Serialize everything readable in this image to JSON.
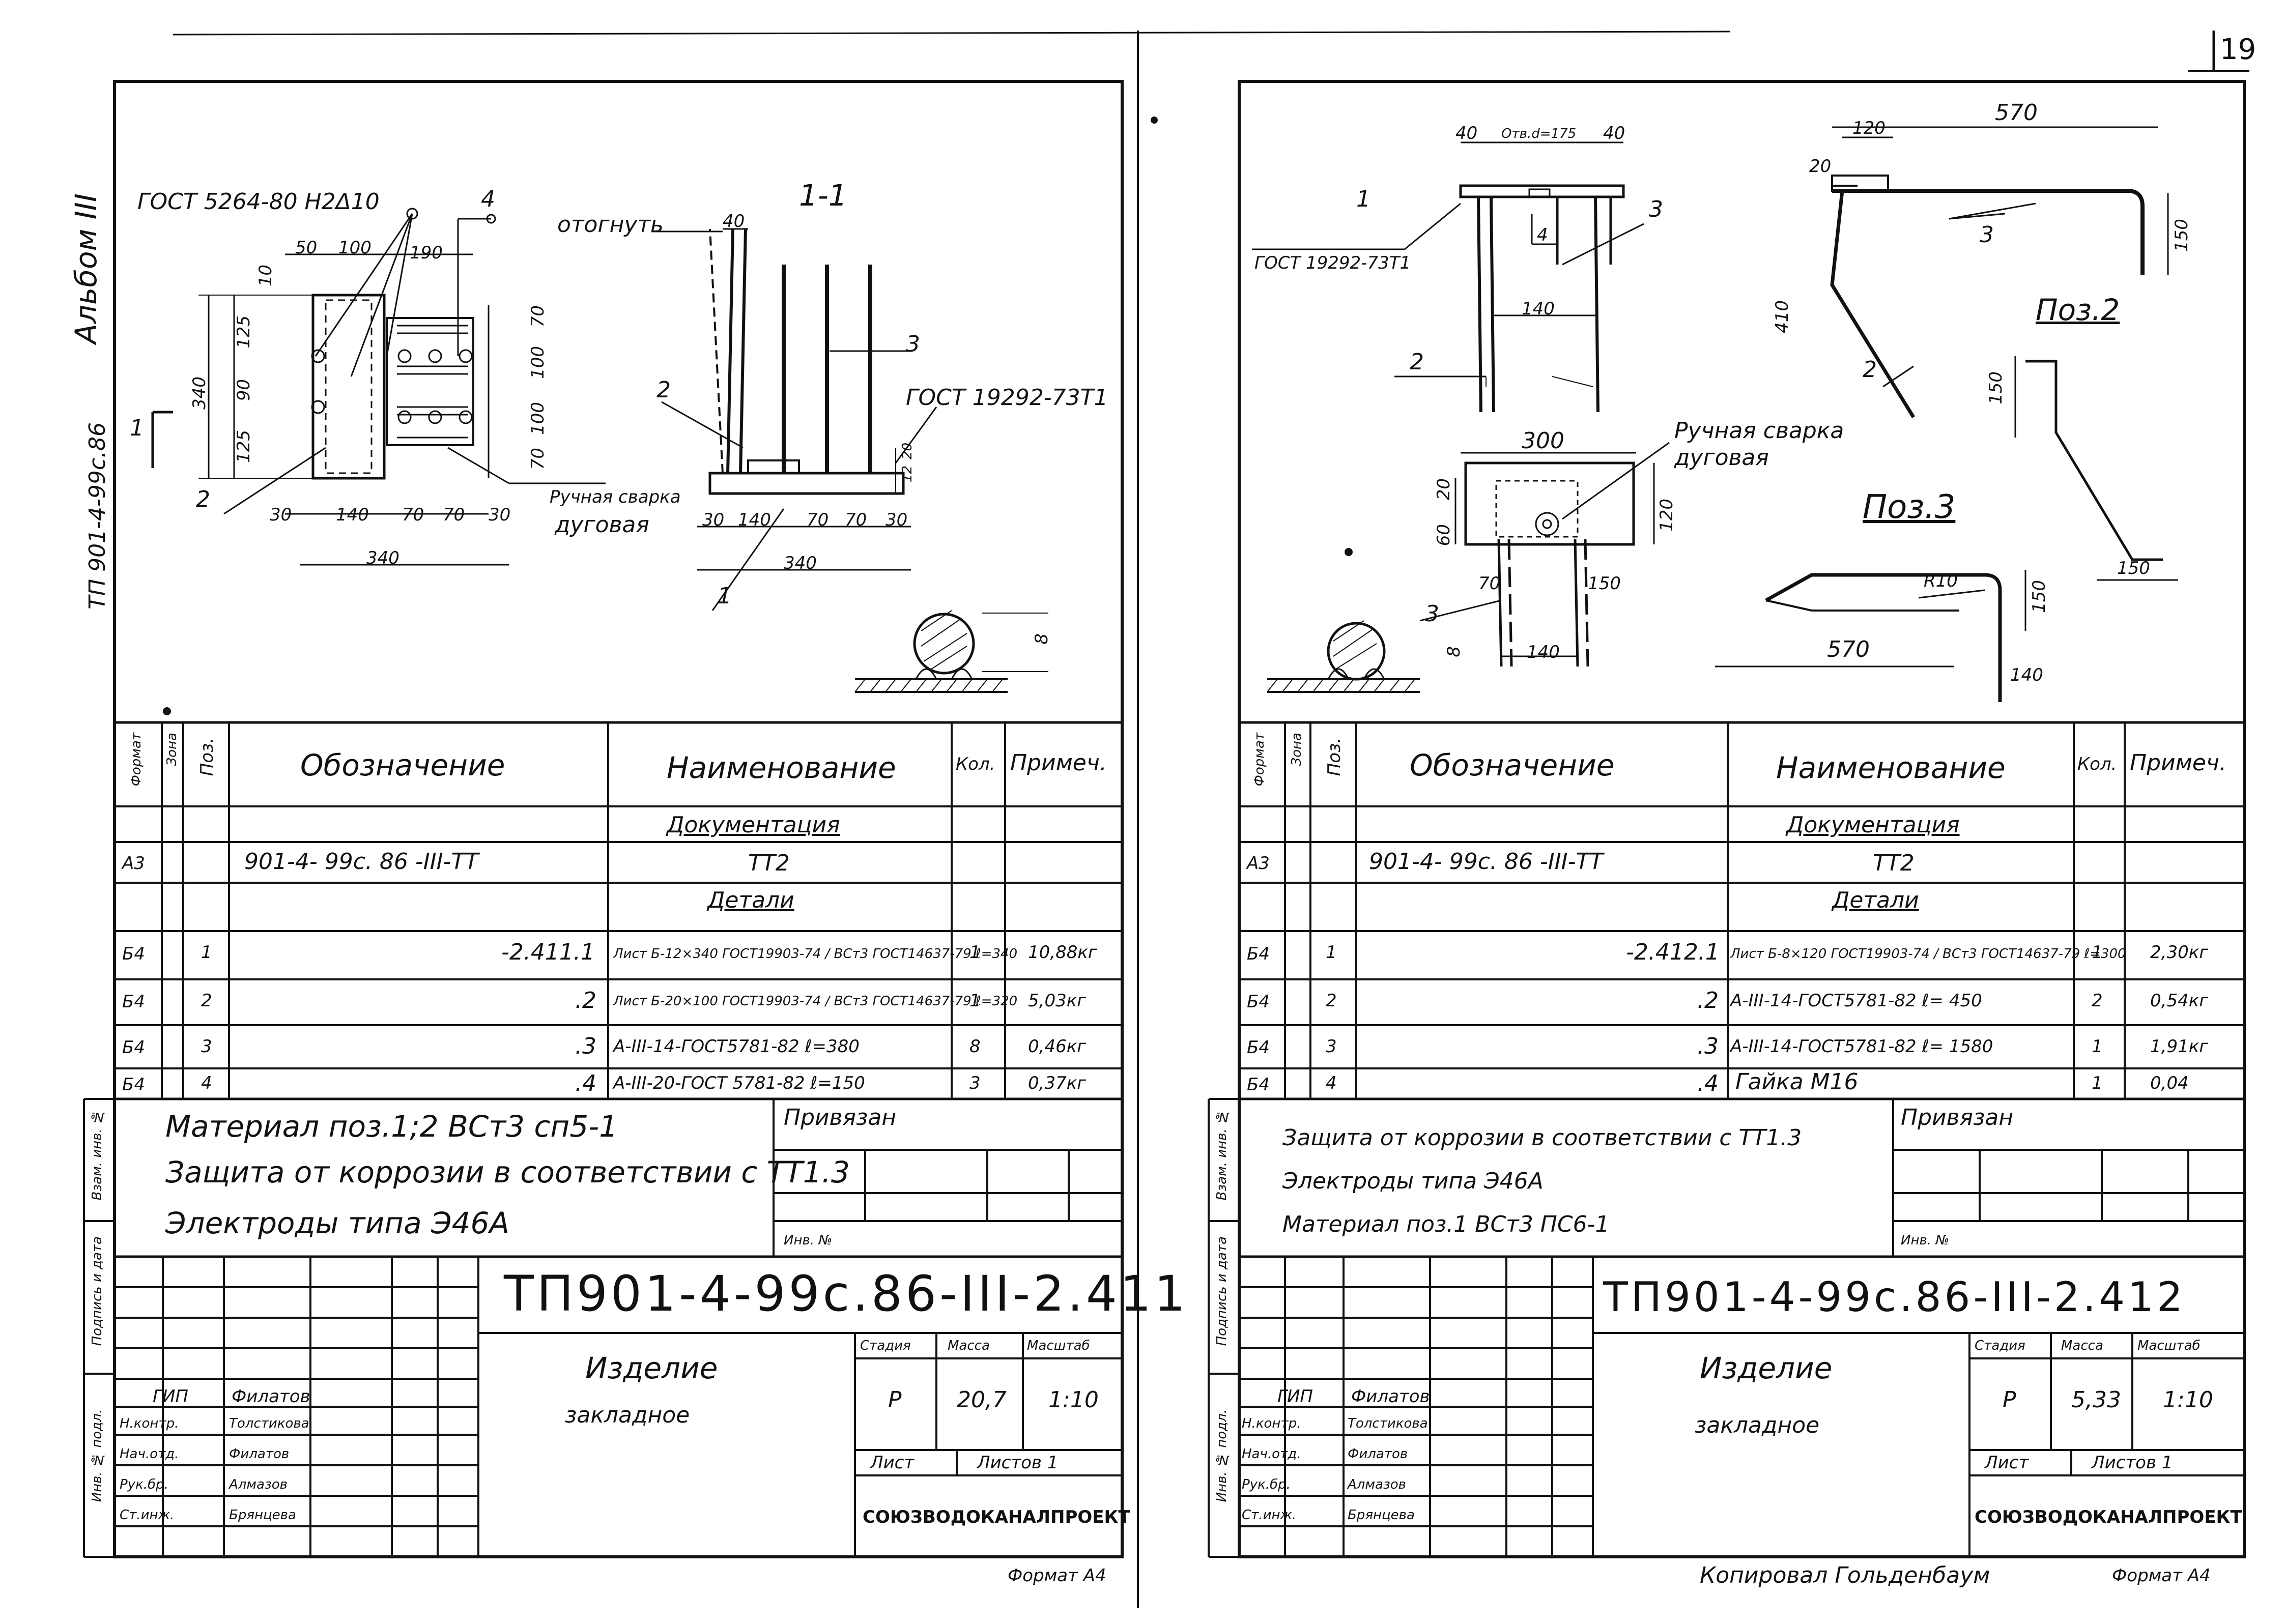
{
  "page_number": "19",
  "album_label": "Альбом III",
  "album_code": "ТП 901-4-99с.86",
  "footer_left": "Формат А4",
  "footer_copied": "Копировал  Гольденбаум",
  "footer_right": "Формат А4",
  "sheets": [
    {
      "id": "left",
      "drawing": {
        "gost_note": "ГОСТ 5264-80 Н2Δ10",
        "bend_note": "отогнуть",
        "section_label": "1-1",
        "weld_type": "ГОСТ 19292-73Т1",
        "weld_manual": "Ручная сварка",
        "weld_arc": "дуговая",
        "positions": [
          "1",
          "2",
          "3",
          "4"
        ],
        "section_marker": "1",
        "dims_top": [
          "50",
          "100",
          "190",
          "10"
        ],
        "dims_left": [
          "340",
          "125",
          "90",
          "125"
        ],
        "dims_right": [
          "70",
          "100",
          "100",
          "70"
        ],
        "dims_bottom": [
          "30",
          "140",
          "70",
          "70",
          "30"
        ],
        "dim_total": "340",
        "dims_section": [
          "30",
          "140",
          "70",
          "70",
          "30"
        ],
        "section_total": "340",
        "dim_bend": "40",
        "dim_weld": "20",
        "dim_weld2": "12",
        "dim_weld3": "8"
      },
      "spec": {
        "headers": [
          "Формат",
          "Зона",
          "Поз.",
          "Обозначение",
          "Наименование",
          "Кол.",
          "Примеч."
        ],
        "section_docs": "Документация",
        "section_details": "Детали",
        "doc_row": {
          "format": "А3",
          "designation": "901-4- 99с. 86   -III-ТТ",
          "name": "ТТ2"
        },
        "rows": [
          {
            "format": "Б4",
            "pos": "1",
            "designation": "-2.411.1",
            "name": "Лист  Б-12×340 ГОСТ19903-74 / ВСт3 ГОСТ14637-79  ℓ=340",
            "qty": "1",
            "note": "10,88кг"
          },
          {
            "format": "Б4",
            "pos": "2",
            "designation": ".2",
            "name": "Лист  Б-20×100 ГОСТ19903-74 / ВСт3 ГОСТ14637-79  ℓ=320",
            "qty": "1",
            "note": "5,03кг"
          },
          {
            "format": "Б4",
            "pos": "3",
            "designation": ".3",
            "name": "А-III-14-ГОСТ5781-82 ℓ=380",
            "qty": "8",
            "note": "0,46кг"
          },
          {
            "format": "Б4",
            "pos": "4",
            "designation": ".4",
            "name": "А-III-20-ГОСТ 5781-82 ℓ=150",
            "qty": "3",
            "note": "0,37кг"
          }
        ]
      },
      "notes": [
        "Материал поз.1;2 ВСт3 сп5-1",
        "Защита от коррозии в соответствии с ТТ1.3",
        "Электроды типа Э46А"
      ],
      "privyazan": "Привязан",
      "inv_no": "Инв. №",
      "side_labels": [
        "Взам. инв. №",
        "Подпись и дата",
        "Инв. № подл."
      ],
      "title_code": "ТП901-4-99с.86-III-2.411",
      "title_name1": "Изделие",
      "title_name2": "закладное",
      "stage_headers": [
        "Стадия",
        "Масса",
        "Масштаб"
      ],
      "stage": "Р",
      "mass": "20,7",
      "scale": "1:10",
      "sheet_label": "Лист",
      "sheets_label": "Листов 1",
      "org": "СОЮЗВОДОКАНАЛПРОЕКТ",
      "staff": [
        {
          "role": "ГИП",
          "name": "Филатов"
        },
        {
          "role": "Н.контр.",
          "name": "Толстикова"
        },
        {
          "role": "Нач.отд.",
          "name": "Филатов"
        },
        {
          "role": "Рук.бр.",
          "name": "Алмазов"
        },
        {
          "role": "Ст.инж.",
          "name": "Брянцева"
        }
      ]
    },
    {
      "id": "right",
      "drawing": {
        "top_dims": [
          "40",
          "Отв.d=175",
          "40"
        ],
        "weld_type": "ГОСТ 19292-73Т1",
        "weld_manual": "Ручная сварка",
        "weld_arc": "дуговая",
        "dim_140a": "140",
        "dim_410": "410",
        "dim_300": "300",
        "dim_120": "120",
        "dim_20": "20",
        "dim_60": "60",
        "dim_70": "70",
        "dim_150": "150",
        "dim_140b": "140",
        "dim_8": "8",
        "pos2_label": "Поз.2",
        "pos2_dims": [
          "150",
          "150"
        ],
        "pos3_label": "Поз.3",
        "pos3_dims": [
          "R10",
          "570",
          "150",
          "140"
        ],
        "top_right_dims": [
          "570",
          "120",
          "20",
          "150"
        ],
        "positions": [
          "1",
          "2",
          "3",
          "4"
        ]
      },
      "spec": {
        "headers": [
          "Формат",
          "Зона",
          "Поз.",
          "Обозначение",
          "Наименование",
          "Кол.",
          "Примеч."
        ],
        "section_docs": "Документация",
        "section_details": "Детали",
        "doc_row": {
          "format": "А3",
          "designation": "901-4- 99с. 86   -III-ТТ",
          "name": "ТТ2"
        },
        "rows": [
          {
            "format": "Б4",
            "pos": "1",
            "designation": "-2.412.1",
            "name": "Лист  Б-8×120 ГОСТ19903-74 / ВСт3 ГОСТ14637-79  ℓ=300",
            "qty": "1",
            "note": "2,30кг"
          },
          {
            "format": "Б4",
            "pos": "2",
            "designation": ".2",
            "name": "А-III-14-ГОСТ5781-82 ℓ= 450",
            "qty": "2",
            "note": "0,54кг"
          },
          {
            "format": "Б4",
            "pos": "3",
            "designation": ".3",
            "name": "А-III-14-ГОСТ5781-82 ℓ= 1580",
            "qty": "1",
            "note": "1,91кг"
          },
          {
            "format": "Б4",
            "pos": "4",
            "designation": ".4",
            "name": "Гайка М16",
            "qty": "1",
            "note": "0,04"
          }
        ]
      },
      "notes": [
        "Защита от коррозии в соответствии с ТТ1.3",
        "Электроды типа Э46А",
        "Материал поз.1  ВСт3 ПС6-1"
      ],
      "privyazan": "Привязан",
      "inv_no": "Инв. №",
      "side_labels": [
        "Взам. инв. №",
        "Подпись и дата",
        "Инв. № подл."
      ],
      "title_code": "ТП901-4-99с.86-III-2.412",
      "title_name1": "Изделие",
      "title_name2": "закладное",
      "stage_headers": [
        "Стадия",
        "Масса",
        "Масштаб"
      ],
      "stage": "Р",
      "mass": "5,33",
      "scale": "1:10",
      "sheet_label": "Лист",
      "sheets_label": "Листов 1",
      "org": "СОЮЗВОДОКАНАЛПРОЕКТ",
      "staff": [
        {
          "role": "ГИП",
          "name": "Филатов"
        },
        {
          "role": "Н.контр.",
          "name": "Толстикова"
        },
        {
          "role": "Нач.отд.",
          "name": "Филатов"
        },
        {
          "role": "Рук.бр.",
          "name": "Алмазов"
        },
        {
          "role": "Ст.инж.",
          "name": "Брянцева"
        }
      ]
    }
  ]
}
